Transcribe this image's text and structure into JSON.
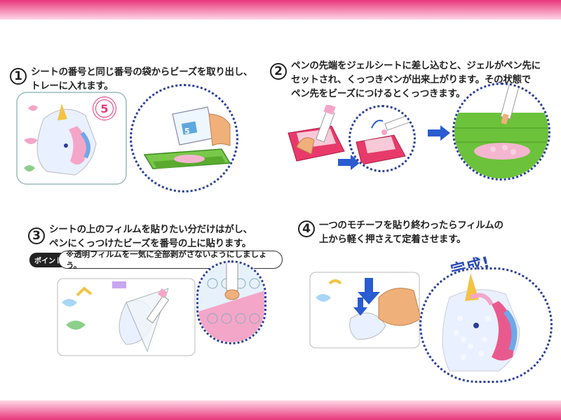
{
  "steps": [
    {
      "number": "1",
      "lines": [
        "シートの番号と同じ番号の袋からビーズを取り出し、",
        "トレーに入れます。"
      ]
    },
    {
      "number": "2",
      "lines": [
        "ペンの先端をジェルシートに差し込むと、ジェルがペン先に",
        "セットされ、くっつきペンが出来上がります。その状態で",
        "ペン先をビーズにつけるとくっつきます。"
      ]
    },
    {
      "number": "3",
      "lines": [
        "シートの上のフィルムを貼りたい分だけはがし、",
        "ペンにくっつけたビーズを番号の上に貼ります。"
      ]
    },
    {
      "number": "4",
      "lines": [
        "一つのモチーフを貼り終わったらフィルムの",
        "上から軽く押さえて定着させます。"
      ]
    }
  ],
  "sheet_number": "5",
  "bag_number": "5",
  "point_badge": "ポイント",
  "point_note": "※透明フィルムを一気に全部剥がさないようにしましょう。",
  "complete_label": "完成!",
  "colors": {
    "accent_pink": "#e8377a",
    "circle_blue": "#2a3f9a",
    "arrow_blue": "#2a5bd0",
    "tray_green": "#6cc23a"
  }
}
